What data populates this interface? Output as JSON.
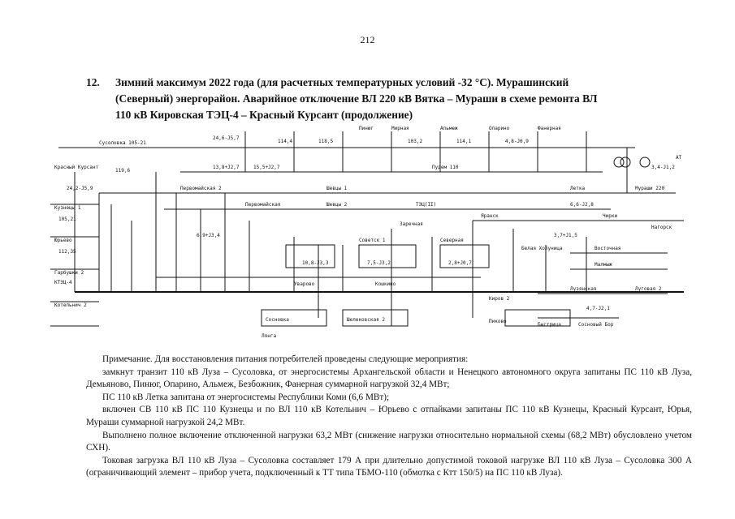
{
  "page_number": "212",
  "heading": {
    "number": "12.",
    "lines": [
      "Зимний максимум 2022 года (для расчетных температурных условий -32 °С). Мурашинский",
      "(Северный) энергорайон. Аварийное отключение ВЛ 220 кВ Вятка – Мураши в схеме ремонта ВЛ",
      "110 кВ Кировская ТЭЦ-4 – Красный Курсант (продолжение)"
    ]
  },
  "scheme": {
    "labels": {
      "susolovka": "Сусоловка 105-21",
      "krasny_kursant": "Красный Курсант",
      "kuznetsy": "Кузнецы 1",
      "yurevo": "Юрьево",
      "garbushki": "Гарбушки 2",
      "kotelnich": "Котельнич 2",
      "kirovskaya_tets": "КТЭЦ-4",
      "pervomayskaya_2": "Первомайская 2",
      "pervomayskaya": "Первомайская",
      "shevtsy": "Шевцы 1",
      "shevtsy_2": "Шевцы 2",
      "tets_2": "ТЭЦ(II)",
      "myrnaya": "Мирная",
      "alkhem": "Альмеж",
      "oparino": "Опарино",
      "fanernaya": "Фанерная",
      "pinyug": "Пинюг",
      "pudem": "Пудем 110",
      "letka": "Летка",
      "murashi": "Мураши 220",
      "at": "АТ",
      "yaransk": "Яранск",
      "zarechnaya": "Заречная",
      "sovetsk": "Советск 1",
      "severnaya": "Северная",
      "uvarovo": "Уварово",
      "koshkino": "Кошкино",
      "belaya": "Белая Холуница",
      "chirki": "Чирки",
      "nagorsk": "Нагорск",
      "vostochnaya": "Восточная",
      "malmyzh": "Малмыж",
      "luzyanskaya": "Лузянская",
      "lugovaya": "Луговая 2",
      "kirov": "Киров 2",
      "pikovo": "Пиково",
      "sosnovka": "Сосновка",
      "shelekovskaya": "Шелековская 2",
      "lyanga": "Лянга",
      "bystritsa": "Быстрица",
      "sosnovyi": "Сосновый Бор"
    },
    "flows": [
      "24,2-J5,9",
      "105,21",
      "119,6",
      "114,4",
      "118,5",
      "103,2",
      "112,35",
      "114,1",
      "13,8+J2,7",
      "6,6-J2,8",
      "3,4-J1,2",
      "15,5+J2,7",
      "24,6-J5,7",
      "4,8-J0,9",
      "10,8-J3,3",
      "7,5-J3,2",
      "2,8+J0,7",
      "6,9+J3,4",
      "3,7+J1,5",
      "4,7-J2,1"
    ]
  },
  "notes": {
    "title": "Примечание. Для восстановления питания потребителей проведены следующие мероприятия:",
    "items": [
      "замкнут транзит 110 кВ Луза – Сусоловка, от энергосистемы Архангельской области и Ненецкого автономного округа запитаны ПС 110 кВ Луза, Демьяново, Пинюг, Опарино, Альмеж, Безбожник, Фанерная суммарной нагрузкой 32,4 МВт;",
      "ПС 110 кВ Летка запитана от энергосистемы Республики Коми (6,6 МВт);",
      "включен СВ 110 кВ ПС 110 Кузнецы и по ВЛ 110 кВ Котельнич – Юрьево с отпайками запитаны ПС 110 кВ Кузнецы, Красный Курсант, Юрья, Мураши суммарной нагрузкой 24,2 МВт.",
      "Выполнено полное включение отключенной нагрузки 63,2 МВт (снижение нагрузки относительно нормальной схемы (68,2 МВт) обусловлено учетом СХН).",
      "Токовая загрузка ВЛ 110 кВ Луза – Сусоловка составляет 179 А при длительно допустимой токовой нагрузке ВЛ 110 кВ Луза – Сусоловка 300 А (ограничивающий элемент – прибор учета, подключенный к ТТ типа ТБМО-110 (обмотка с Ктт 150/5) на ПС 110 кВ Луза)."
    ]
  }
}
